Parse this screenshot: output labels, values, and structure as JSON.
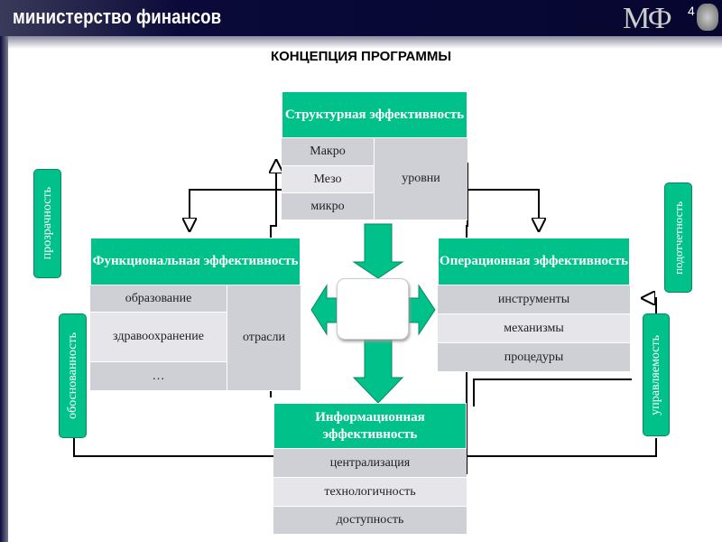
{
  "header": {
    "brand": "министерство финансов",
    "logo": "МФ",
    "page_number": "4"
  },
  "title": "КОНЦЕПЦИЯ ПРОГРАММЫ",
  "structural": {
    "title": "Структурная эффективность",
    "rows": [
      "Макро",
      "Мезо",
      "микро"
    ],
    "group": "уровни"
  },
  "functional": {
    "title": "Функциональная эффективность",
    "rows": [
      "образование",
      "здравоохранение",
      "…"
    ],
    "group": "отрасли"
  },
  "operational": {
    "title": "Операционная эффективность",
    "rows": [
      "инструменты",
      "механизмы",
      "процедуры"
    ]
  },
  "informational": {
    "title": "Информационная эффективность",
    "rows": [
      "централизация",
      "технологичность",
      "доступность"
    ]
  },
  "pills": {
    "transparency": "прозрачность",
    "accountability": "подотчетность",
    "justification": "обоснованность",
    "manageability": "управляемость"
  },
  "colors": {
    "accent": "#00c18a",
    "header": "#060630"
  }
}
